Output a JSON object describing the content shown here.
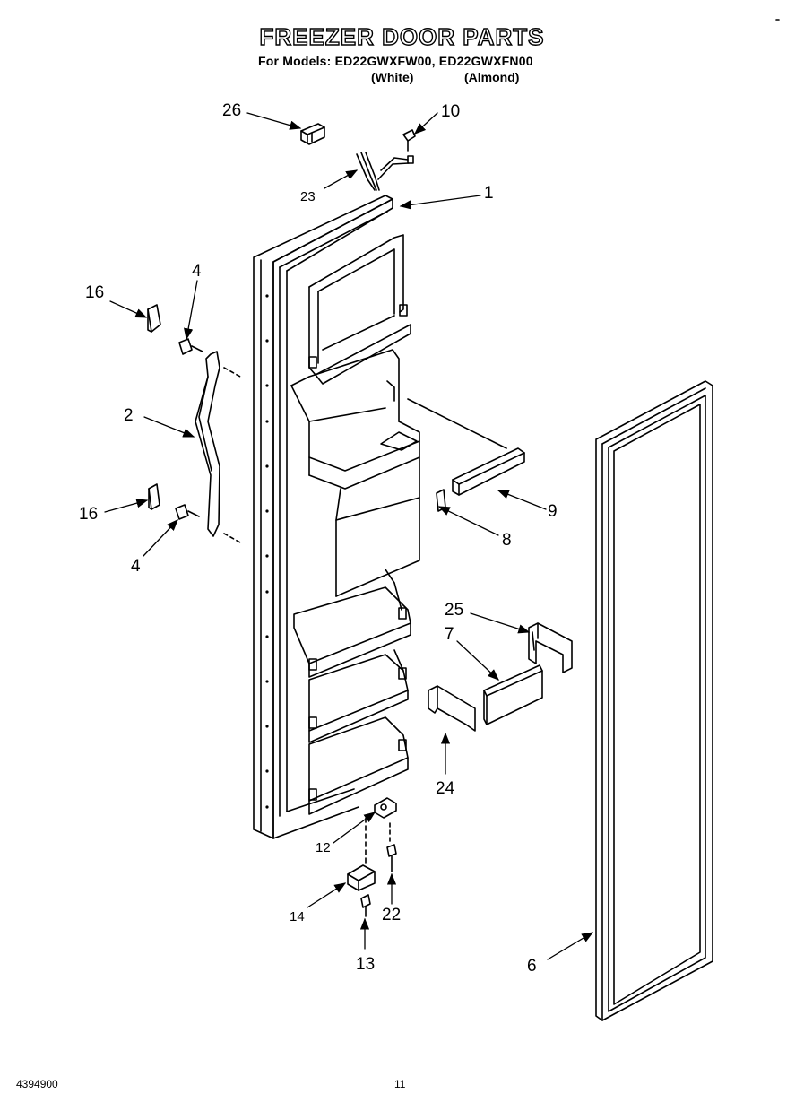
{
  "header": {
    "title": "FREEZER DOOR PARTS",
    "models_line": "For Models: ED22GWXFW00, ED22GWXFN00",
    "variants": [
      "(White)",
      "(Almond)"
    ]
  },
  "callouts": {
    "c26": "26",
    "c10": "10",
    "c23": "23",
    "c1": "1",
    "c16a": "16",
    "c4a": "4",
    "c2": "2",
    "c16b": "16",
    "c4b": "4",
    "c9": "9",
    "c8": "8",
    "c25": "25",
    "c7": "7",
    "c24": "24",
    "c12": "12",
    "c22": "22",
    "c14": "14",
    "c13": "13",
    "c6": "6"
  },
  "footer": {
    "part_number": "4394900",
    "page_number": "11"
  }
}
